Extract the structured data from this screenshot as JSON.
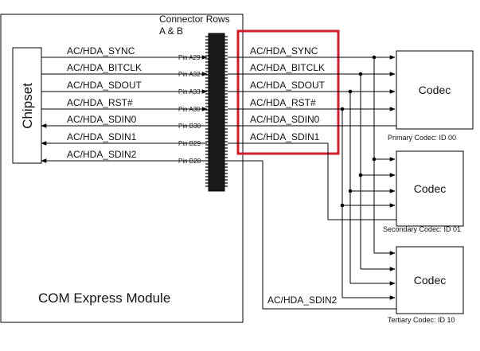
{
  "connector_header": [
    "Connector Rows",
    "A & B"
  ],
  "chipset_label": "Chipset",
  "module_label": "COM Express Module",
  "signals": [
    {
      "name": "AC/HDA_SYNC",
      "pin": "Pin A29",
      "direction": "out"
    },
    {
      "name": "AC/HDA_BITCLK",
      "pin": "Pin A32",
      "direction": "out"
    },
    {
      "name": "AC/HDA_SDOUT",
      "pin": "Pin A33",
      "direction": "out"
    },
    {
      "name": "AC/HDA_RST#",
      "pin": "Pin A30",
      "direction": "out"
    },
    {
      "name": "AC/HDA_SDIN0",
      "pin": "Pin B30",
      "direction": "in"
    },
    {
      "name": "AC/HDA_SDIN1",
      "pin": "Pin B29",
      "direction": "in"
    },
    {
      "name": "AC/HDA_SDIN2",
      "pin": "Pin B28",
      "direction": "in"
    }
  ],
  "highlighted_signals": [
    "AC/HDA_SYNC",
    "AC/HDA_BITCLK",
    "AC/HDA_SDOUT",
    "AC/HDA_RST#",
    "AC/HDA_SDIN0",
    "AC/HDA_SDIN1"
  ],
  "codecs": [
    {
      "label": "Codec",
      "caption": "Primary Codec: ID 00"
    },
    {
      "label": "Codec",
      "caption": "Secondary Codec: ID 01"
    },
    {
      "label": "Codec",
      "caption": "Tertiary Codec: ID 10"
    }
  ],
  "sdin2_label": "AC/HDA_SDIN2",
  "colors": {
    "highlight": "#d0202e",
    "line": "#000000"
  }
}
